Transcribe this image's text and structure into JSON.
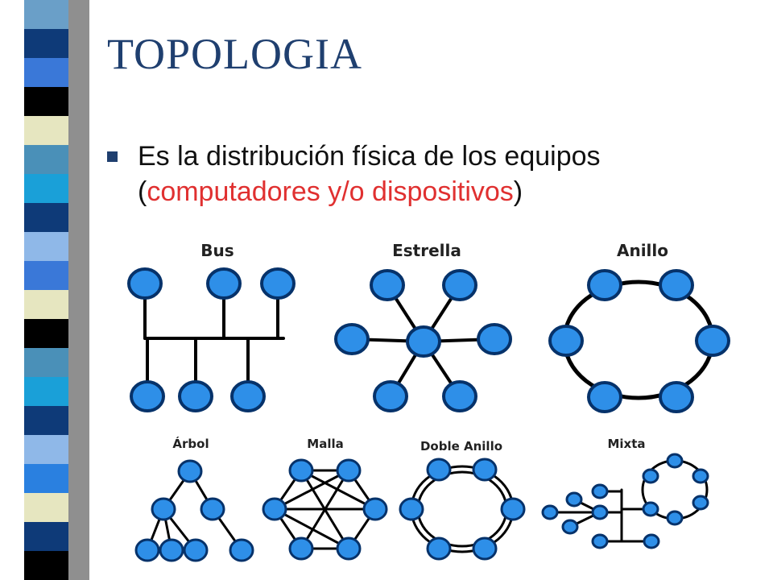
{
  "slide": {
    "title": "TOPOLOGIA",
    "bullet": {
      "text_before": "Es la distribución física de los equipos (",
      "highlight": "computadores y/o dispositivos",
      "text_after": ")"
    }
  },
  "topologies": {
    "bus": "Bus",
    "star": "Estrella",
    "ring": "Anillo",
    "tree": "Árbol",
    "mesh": "Malla",
    "double_ring": "Doble Anillo",
    "mixed": "Mixta"
  },
  "colors": {
    "title": "#1f3f6f",
    "highlight": "#e03030",
    "node_fill": "#2e8fe8",
    "node_stroke": "#06326a",
    "stripe": [
      "#6a9fc8",
      "#0e3a78",
      "#3a78d8",
      "#000000",
      "#e6e6c0",
      "#4a90b8",
      "#1aa0d8",
      "#0e3a78",
      "#8fb8e8",
      "#3a78d8",
      "#e6e6c0",
      "#000000",
      "#4a90b8",
      "#1aa0d8",
      "#0e3a78",
      "#8fb8e8",
      "#2a80e0",
      "#e6e6c0",
      "#0e3a78",
      "#000000"
    ]
  }
}
